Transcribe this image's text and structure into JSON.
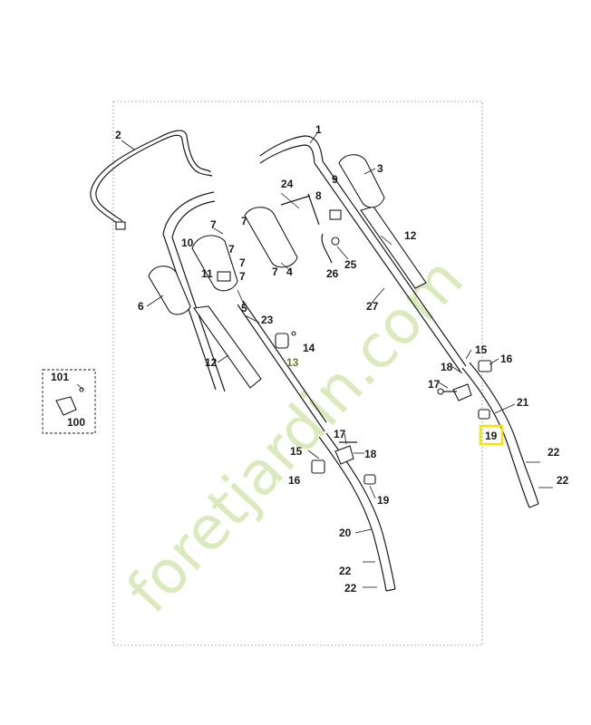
{
  "watermark": "foretjardin.com",
  "highlight_color": "#f2e600",
  "highlighted_label": "19",
  "inset_labels": [
    "101",
    "100"
  ],
  "labels": {
    "p1": "1",
    "p2": "2",
    "p3": "3",
    "p4": "4",
    "p5": "5",
    "p6": "6",
    "p7a": "7",
    "p7b": "7",
    "p7c": "7",
    "p7d": "7",
    "p7e": "7",
    "p7f": "7",
    "p8": "8",
    "p9": "9",
    "p10": "10",
    "p11": "11",
    "p12a": "12",
    "p12b": "12",
    "p13": "13",
    "p14": "14",
    "p15a": "15",
    "p15b": "15",
    "p16a": "16",
    "p16b": "16",
    "p17a": "17",
    "p17b": "17",
    "p18a": "18",
    "p18b": "18",
    "p19a": "19",
    "p19b": "19",
    "p20": "20",
    "p21": "21",
    "p22a": "22",
    "p22b": "22",
    "p22c": "22",
    "p22d": "22",
    "p23": "23",
    "p24": "24",
    "p25": "25",
    "p26": "26",
    "p27": "27"
  }
}
